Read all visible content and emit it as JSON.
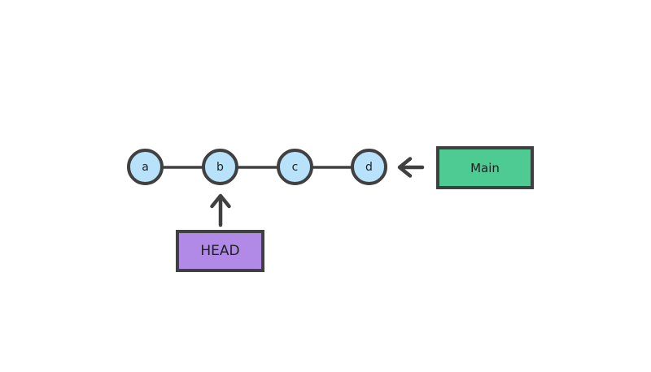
{
  "diagram": {
    "background_color": "#ffffff",
    "stroke_color": "#404040",
    "text_color": "#1f1f1f",
    "commits": {
      "node_fill": "#b7e2fa",
      "nodes": [
        {
          "label": "a"
        },
        {
          "label": "b"
        },
        {
          "label": "c"
        },
        {
          "label": "d"
        }
      ]
    },
    "branch_pointer": {
      "label": "Main",
      "fill": "#4ecb92",
      "points_to": "d"
    },
    "head_pointer": {
      "label": "HEAD",
      "fill": "#b18ae8",
      "points_to": "b"
    }
  }
}
